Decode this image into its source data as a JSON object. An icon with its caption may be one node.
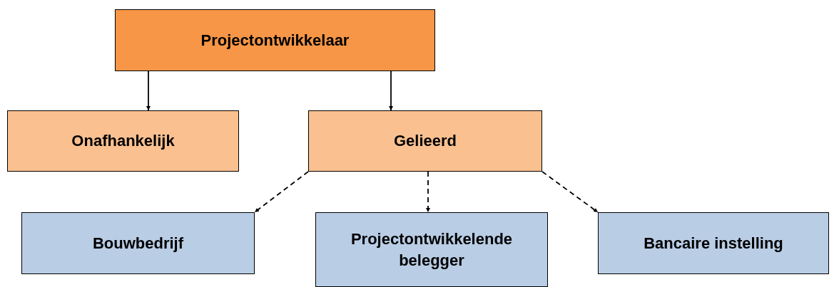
{
  "diagram": {
    "nodes": [
      {
        "text": [
          "Projectontwikkelaar"
        ]
      },
      {
        "text": [
          "Onafhankelijk"
        ]
      },
      {
        "text": [
          "Gelieerd"
        ]
      },
      {
        "text": [
          "Bouwbedrijf"
        ]
      },
      {
        "text": [
          "Projectontwikkelende belegger"
        ]
      },
      {
        "text": [
          "Bancaire instelling"
        ]
      }
    ],
    "edges": [
      {
        "from": 0,
        "to": 1,
        "arrow": "to"
      },
      {
        "from": 0,
        "to": 2,
        "arrow": "to"
      },
      {
        "from": 2,
        "to": 3,
        "arrow": "to",
        "style": "dashed"
      },
      {
        "from": 2,
        "to": 4,
        "arrow": "to",
        "style": "dashed"
      },
      {
        "from": 2,
        "to": 5,
        "arrow": "to",
        "style": "dashed"
      }
    ]
  }
}
